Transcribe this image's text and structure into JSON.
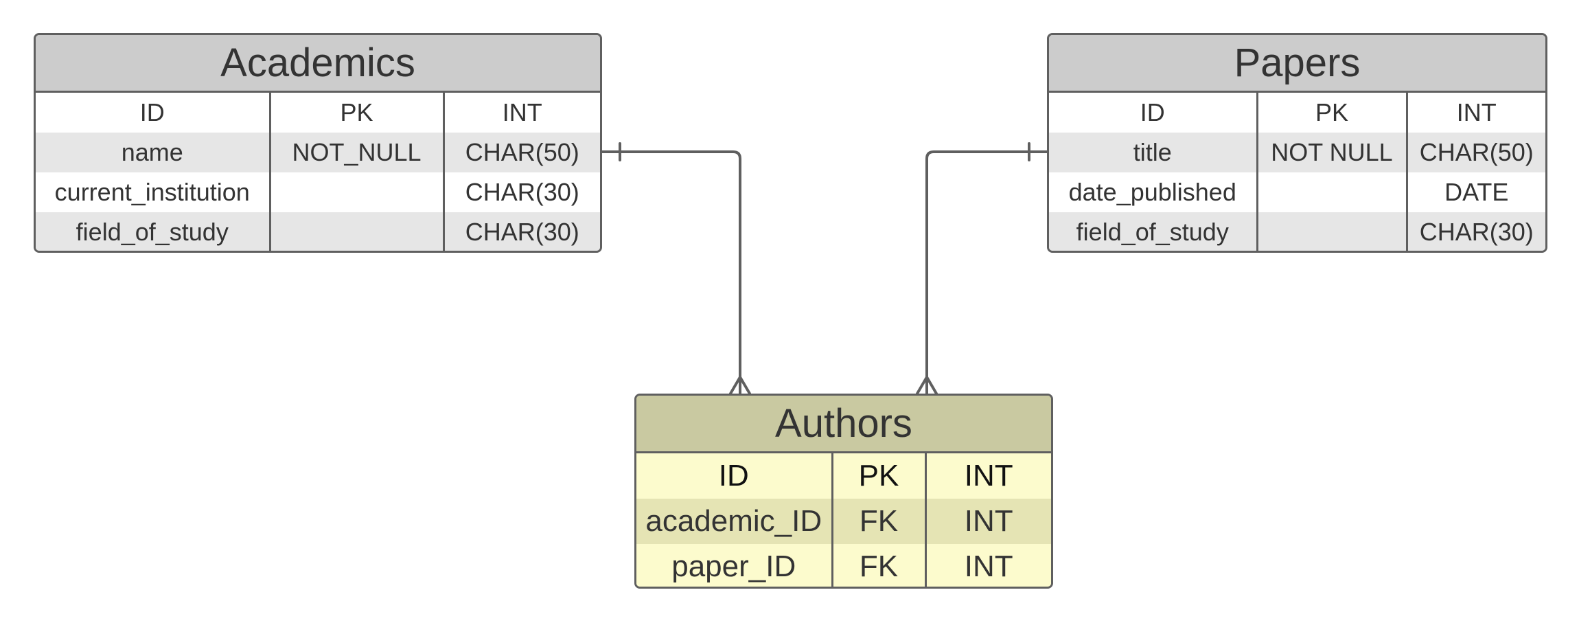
{
  "entities": {
    "academics": {
      "title": "Academics",
      "rows": [
        [
          "ID",
          "PK",
          "INT"
        ],
        [
          "name",
          "NOT_NULL",
          "CHAR(50)"
        ],
        [
          "current_institution",
          "",
          "CHAR(30)"
        ],
        [
          "field_of_study",
          "",
          "CHAR(30)"
        ]
      ]
    },
    "papers": {
      "title": "Papers",
      "rows": [
        [
          "ID",
          "PK",
          "INT"
        ],
        [
          "title",
          "NOT NULL",
          "CHAR(50)"
        ],
        [
          "date_published",
          "",
          "DATE"
        ],
        [
          "field_of_study",
          "",
          "CHAR(30)"
        ]
      ]
    },
    "authors": {
      "title": "Authors",
      "rows": [
        [
          "ID",
          "PK",
          "INT"
        ],
        [
          "academic_ID",
          "FK",
          "INT"
        ],
        [
          "paper_ID",
          "FK",
          "INT"
        ]
      ]
    }
  },
  "relationships": [
    {
      "from": "Academics",
      "from_cardinality": "one",
      "to": "Authors",
      "to_cardinality": "many"
    },
    {
      "from": "Papers",
      "from_cardinality": "one",
      "to": "Authors",
      "to_cardinality": "many"
    }
  ],
  "colors": {
    "stroke": "#5f5f5f",
    "header_gray": "#cccccc",
    "row_gray": "#e6e6e6",
    "authors_header": "#c9c9a1",
    "authors_fill": "#fcfbcd",
    "authors_shade": "#e5e4b4"
  }
}
